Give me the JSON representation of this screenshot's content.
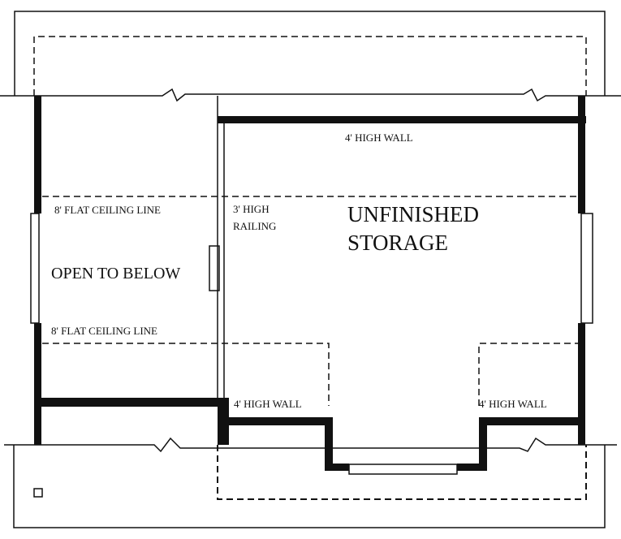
{
  "colors": {
    "ink": "#111111",
    "background": "#ffffff"
  },
  "labels": {
    "top_wall": "4' HIGH WALL",
    "ceiling_line_upper": "8' FLAT CEILING LINE",
    "ceiling_line_lower": "8' FLAT CEILING LINE",
    "railing_line1": "3' HIGH",
    "railing_line2": "RAILING",
    "storage_line1": "UNFINISHED",
    "storage_line2": "STORAGE",
    "open_to_below": "OPEN TO BELOW",
    "wall_left_lower": "4' HIGH WALL",
    "wall_right_lower": "4' HIGH WALL"
  }
}
